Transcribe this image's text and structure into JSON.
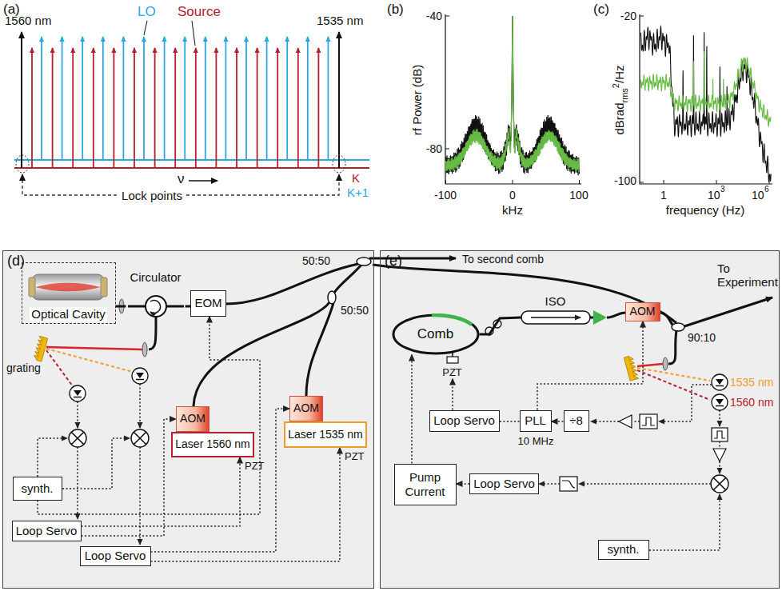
{
  "diagram": {
    "nodes": [
      {
        "text": [
          "(d)"
        ]
      },
      {
        "text": [
          "Optical Cavity"
        ],
        "in": 0
      },
      {
        "text": [
          "Circulator"
        ],
        "in": 0
      },
      {
        "text": [
          "EOM"
        ],
        "in": 0
      },
      {
        "text": [
          "synth."
        ],
        "in": 0
      },
      {
        "text": [
          "Loop Servo"
        ],
        "in": 0
      },
      {
        "text": [
          "Loop Servo"
        ],
        "in": 0
      },
      {
        "text": [
          "AOM"
        ],
        "in": 0
      },
      {
        "text": [
          "Laser 1560 nm"
        ],
        "in": 0
      },
      {
        "text": [
          "AOM"
        ],
        "in": 0
      },
      {
        "text": [
          "Laser 1535 nm"
        ],
        "in": 0
      },
      {
        "text": [
          "(e)"
        ]
      },
      {
        "text": [
          "Comb"
        ],
        "in": 11
      },
      {
        "text": [
          "ISO"
        ],
        "in": 11
      },
      {
        "text": [
          "AOM"
        ],
        "in": 11
      },
      {
        "text": [
          "PZT"
        ],
        "in": 11
      },
      {
        "text": [
          "Loop Servo"
        ],
        "in": 11
      },
      {
        "text": [
          "PLL"
        ],
        "in": 11
      },
      {
        "text": [
          "÷8"
        ],
        "in": 11
      },
      {
        "text": [
          "Pump Current"
        ],
        "in": 11
      },
      {
        "text": [
          "Loop Servo"
        ],
        "in": 11
      },
      {
        "text": [
          "synth."
        ],
        "in": 11
      }
    ],
    "edges": [
      {
        "from": 1,
        "to": 2,
        "arrow": "none"
      },
      {
        "from": 2,
        "to": 3,
        "arrow": "none"
      },
      {
        "from": 4,
        "to": 3,
        "arrow": "to"
      },
      {
        "from": 5,
        "to": 7,
        "arrow": "to"
      },
      {
        "from": 5,
        "to": 8,
        "arrow": "to"
      },
      {
        "from": 6,
        "to": 9,
        "arrow": "to"
      },
      {
        "from": 6,
        "to": 10,
        "arrow": "to"
      },
      {
        "from": 12,
        "to": 13,
        "arrow": "none"
      },
      {
        "from": 16,
        "to": 15,
        "arrow": "to"
      },
      {
        "from": 17,
        "to": 16,
        "arrow": "none"
      },
      {
        "from": 17,
        "to": 14,
        "arrow": "to"
      },
      {
        "from": 18,
        "to": 17,
        "arrow": "to"
      },
      {
        "from": 20,
        "to": 19,
        "arrow": "to"
      },
      {
        "from": 19,
        "to": 12,
        "arrow": "to"
      }
    ],
    "labels": [
      "(a)",
      "1560 nm",
      "LO",
      "Source",
      "1535 nm",
      "ν",
      "Lock points",
      "K",
      "K+1",
      "(b)",
      "rf Power (dB)",
      "-40",
      "-80",
      "-100",
      "0",
      "100",
      "kHz",
      "(c)",
      "dBrad",
      "rms",
      "2",
      "/Hz",
      "-20",
      "-100",
      "1",
      "10",
      "3",
      "10",
      "6",
      "frequency (Hz)",
      "50:50",
      "50:50",
      "grating",
      "PZT",
      "PZT",
      "To second comb",
      "To Experiment",
      "90:10",
      "1535 nm",
      "1560 nm",
      "10 MHz"
    ]
  }
}
